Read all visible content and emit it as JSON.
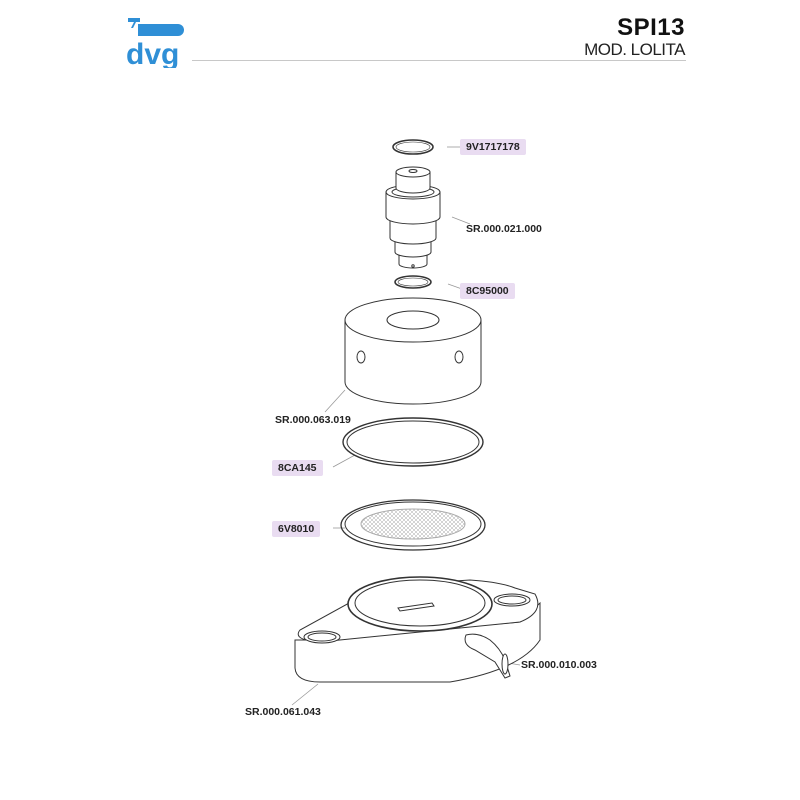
{
  "header": {
    "brand": "dvg",
    "code": "SPI13",
    "model": "MOD. LOLITA"
  },
  "colors": {
    "brand": "#2f8fd6",
    "highlight": "#e9dcf1"
  },
  "parts": [
    {
      "ref": "9V1717178",
      "highlighted": true
    },
    {
      "ref": "SR.000.021.000",
      "highlighted": false
    },
    {
      "ref": "8C95000",
      "highlighted": true
    },
    {
      "ref": "SR.000.063.019",
      "highlighted": false
    },
    {
      "ref": "8CA145",
      "highlighted": true
    },
    {
      "ref": "6V8010",
      "highlighted": true
    },
    {
      "ref": "SR.000.010.003",
      "highlighted": false
    },
    {
      "ref": "SR.000.061.043",
      "highlighted": false
    }
  ]
}
